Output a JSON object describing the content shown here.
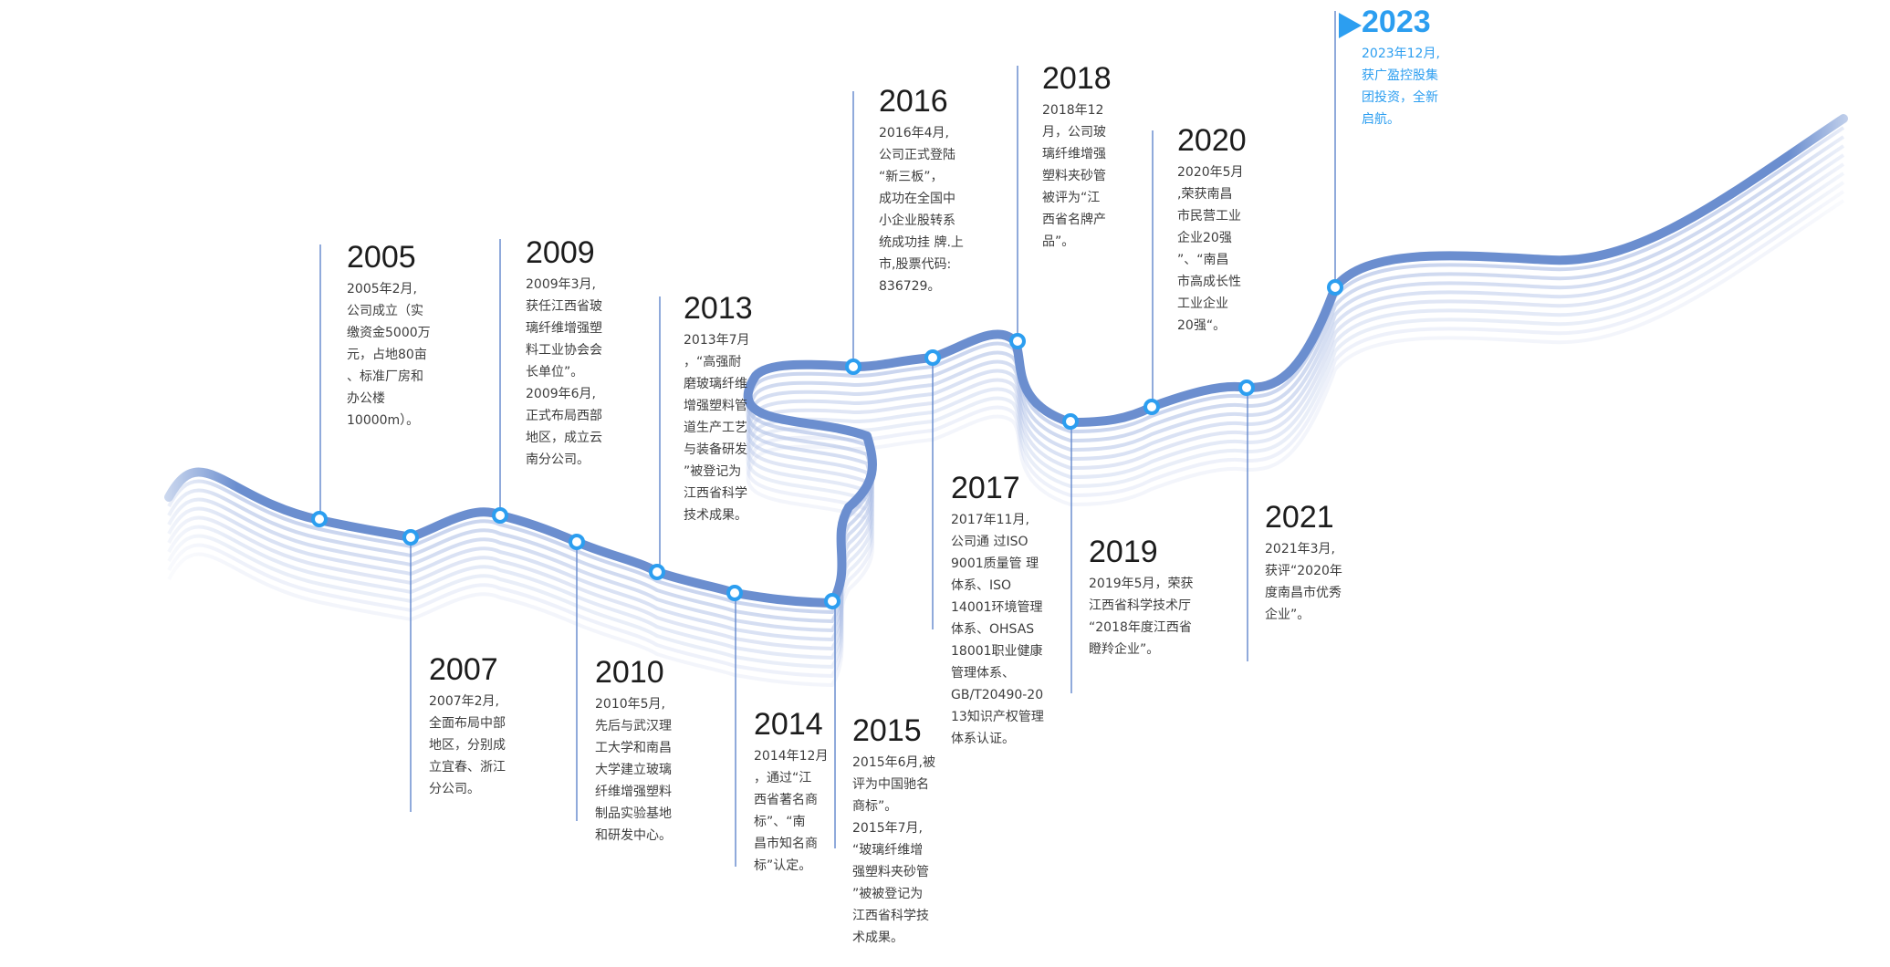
{
  "accent_color": "#2c9ef0",
  "ribbon_color": "#6b8ecf",
  "flag_icon": "flag-icon",
  "milestones": [
    {
      "year": "2005",
      "text": "2005年2月,\n公司成立（实\n缴资金5000万\n元，占地80亩\n、标准厂房和\n办公楼\n10000m）。"
    },
    {
      "year": "2007",
      "text": "2007年2月,\n全面布局中部\n地区，分别成\n立宜春、浙江\n分公司。"
    },
    {
      "year": "2009",
      "text": "2009年3月,\n获任江西省玻\n璃纤维增强塑\n料工业协会会\n长单位”。\n2009年6月,\n正式布局西部\n地区，成立云\n南分公司。"
    },
    {
      "year": "2010",
      "text": "2010年5月,\n先后与武汉理\n工大学和南昌\n大学建立玻璃\n纤维增强塑料\n制品实验基地\n和研发中心。"
    },
    {
      "year": "2013",
      "text": "2013年7月\n，“高强耐\n磨玻璃纤维\n增强塑料管\n道生产工艺\n与装备研发\n”被登记为\n江西省科学\n技术成果。"
    },
    {
      "year": "2014",
      "text": "2014年12月\n，通过“江\n西省著名商\n标”、“南\n昌市知名商\n标”认定。"
    },
    {
      "year": "2015",
      "text": "2015年6月,被\n评为中国驰名\n商标”。\n2015年7月,\n“玻璃纤维增\n强塑料夹砂管\n”被被登记为\n江西省科学技\n术成果。"
    },
    {
      "year": "2016",
      "text": "2016年4月,\n公司正式登陆\n“新三板”，\n成功在全国中\n小企业股转系\n统成功挂 牌.上\n市,股票代码:\n836729。"
    },
    {
      "year": "2017",
      "text": "2017年11月,\n公司通 过ISO\n9001质量管 理\n体系、ISO\n14001环境管理\n体系、OHSAS\n18001职业健康\n管理体系、\nGB/T20490-20\n13知识产权管理\n体系认证。"
    },
    {
      "year": "2018",
      "text": "2018年12\n月，公司玻\n璃纤维增强\n塑料夹砂管\n被评为“江\n西省名牌产\n品”。"
    },
    {
      "year": "2019",
      "text": "2019年5月，荣获\n江西省科学技术厅\n“2018年度江西省\n瞪羚企业”。"
    },
    {
      "year": "2020",
      "text": "2020年5月\n,荣获南昌\n市民营工业\n企业20强\n”、“南昌\n市高成长性\n工业企业\n20强“。"
    },
    {
      "year": "2021",
      "text": "2021年3月,\n获评“2020年\n度南昌市优秀\n企业”。"
    },
    {
      "year": "2023",
      "text": "2023年12月,\n获广盈控股集\n团投资，全新\n启航。"
    }
  ]
}
